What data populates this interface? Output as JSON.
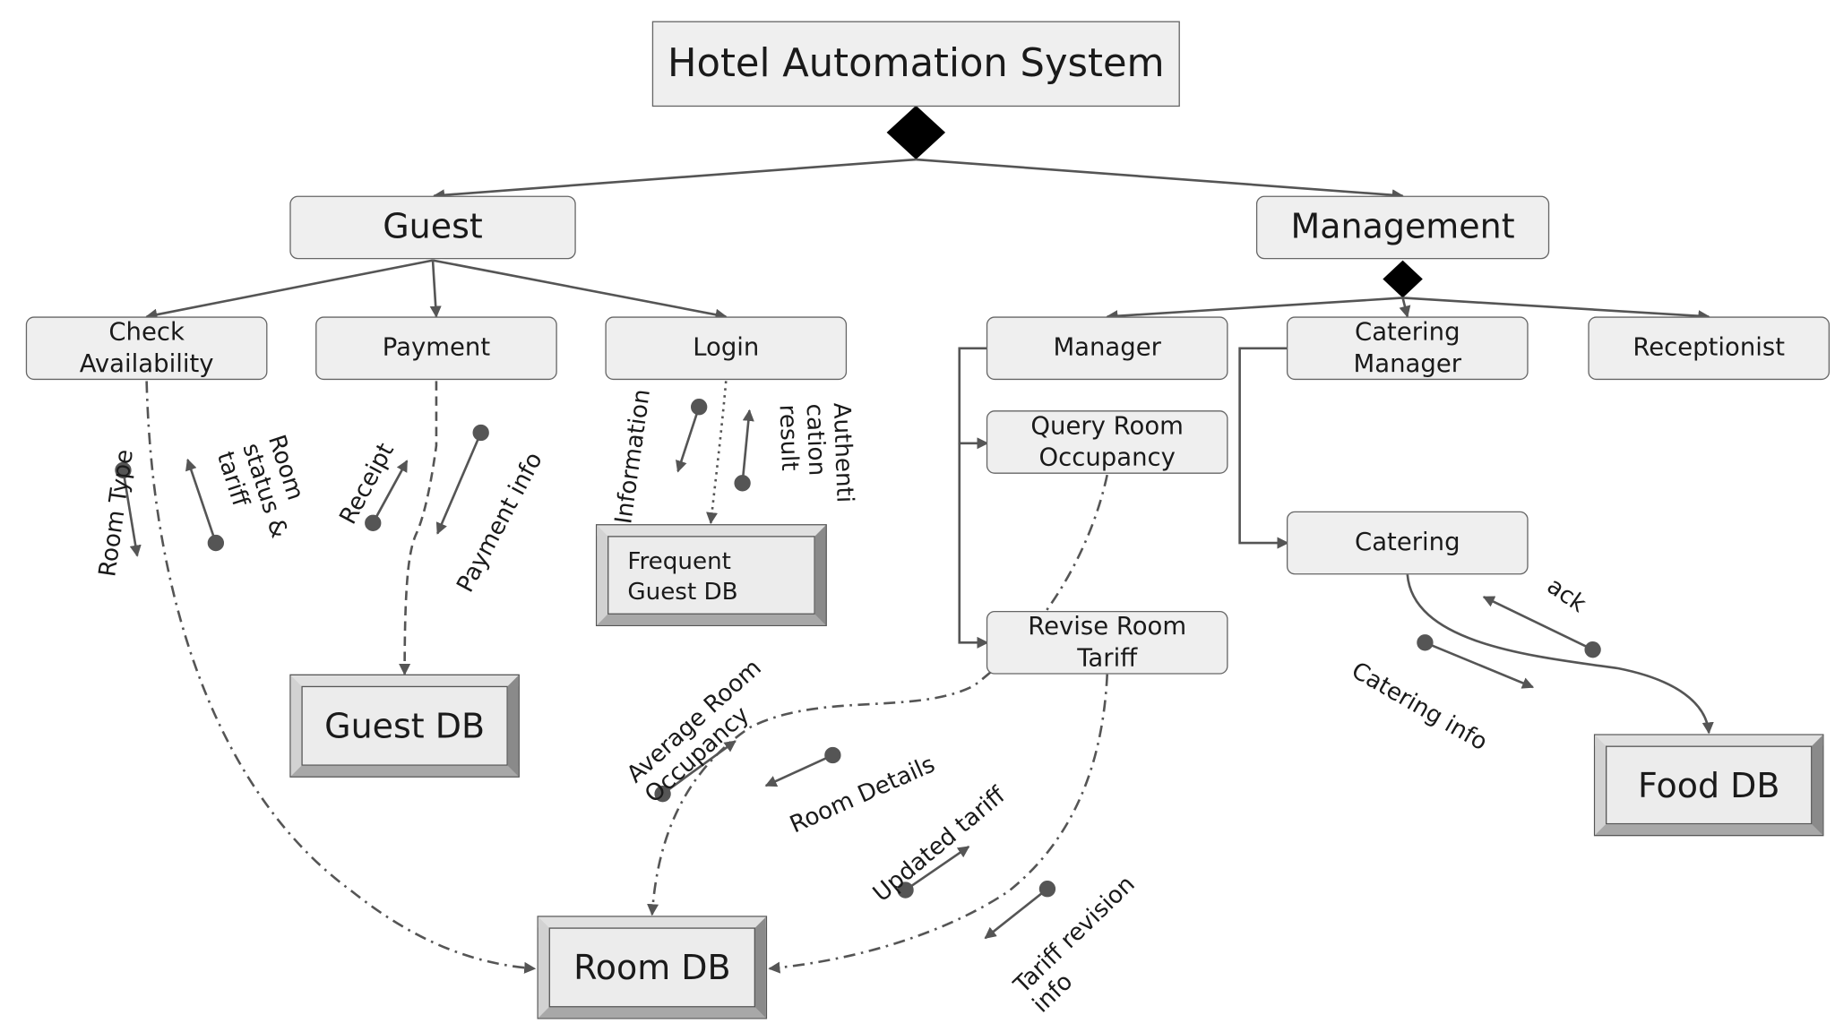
{
  "title": "Hotel Automation System",
  "nodes": {
    "guest": "Guest",
    "management": "Management",
    "check_availability": "Check\nAvailability",
    "payment": "Payment",
    "login": "Login",
    "manager": "Manager",
    "catering_manager": "Catering\nManager",
    "receptionist": "Receptionist",
    "query_room_occupancy": "Query Room\nOccupancy",
    "revise_room_tariff": "Revise Room\nTariff",
    "catering": "Catering"
  },
  "databases": {
    "frequent_guest_db": "Frequent\nGuest DB",
    "guest_db": "Guest DB",
    "room_db": "Room DB",
    "food_db": "Food DB"
  },
  "flows": {
    "room_type": "Room Type",
    "room_status_tariff": "Room\nstatus &\ntariff",
    "receipt": "Receipt",
    "payment_info": "Payment info",
    "information": "Information",
    "authentication_result": "Authenti\ncation\nresult",
    "average_room_occupancy": "Average Room\nOccupancy",
    "room_details": "Room Details",
    "updated_tariff": "Updated tariff",
    "tariff_revision_info": "Tariff revision\ninfo",
    "ack": "ack",
    "catering_info": "Catering info"
  },
  "colors": {
    "box_fill": "#efefef",
    "line": "#555555",
    "aggregation_diamond": "#000000"
  }
}
